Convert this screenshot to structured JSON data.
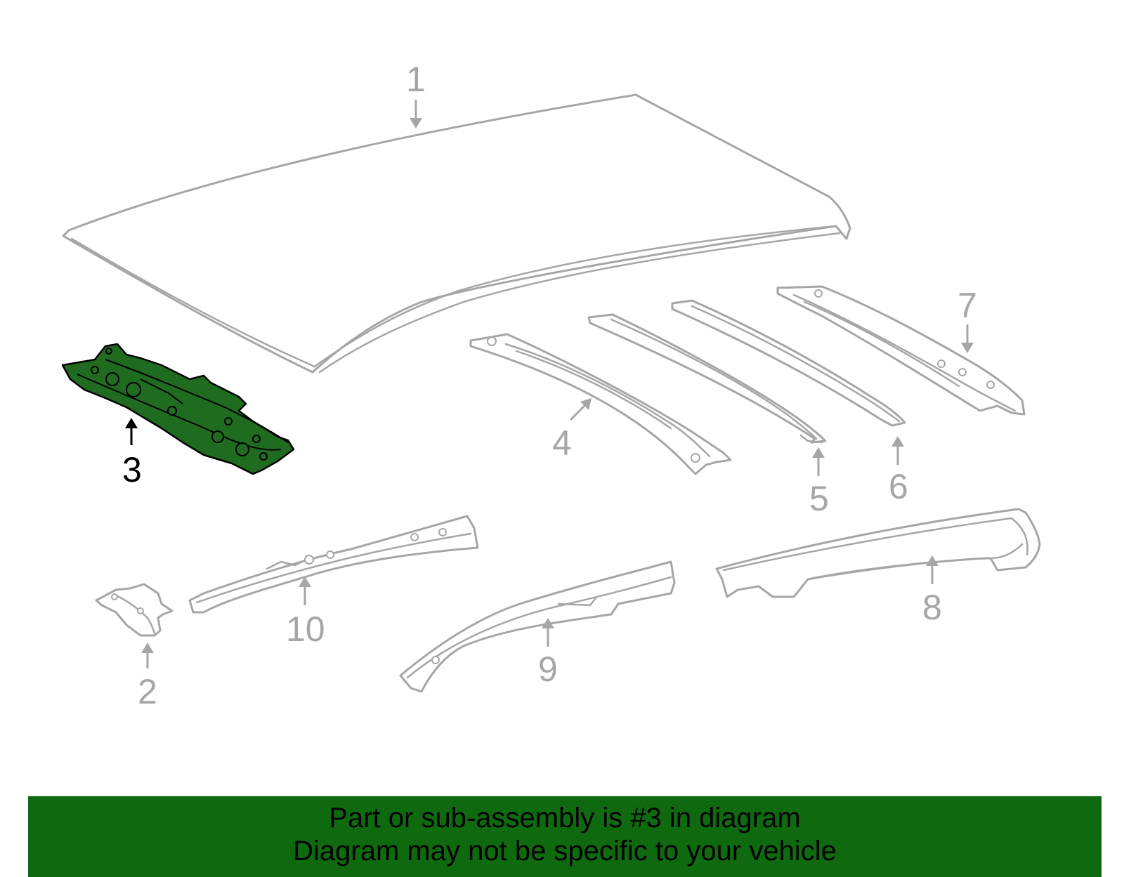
{
  "callouts": {
    "c1": "1",
    "c2": "2",
    "c3": "3",
    "c4": "4",
    "c5": "5",
    "c6": "6",
    "c7": "7",
    "c8": "8",
    "c9": "9",
    "c10": "10"
  },
  "highlighted_part": "3",
  "colors": {
    "part_outline": "#a6a6a6",
    "highlight_fill": "#1f6b1f",
    "highlight_outline": "#000000",
    "banner_background": "#0f6a0f",
    "banner_text": "#000000"
  },
  "banner": {
    "line1": "Part or sub-assembly is #3 in diagram",
    "line2": "Diagram may not be specific to your vehicle"
  }
}
